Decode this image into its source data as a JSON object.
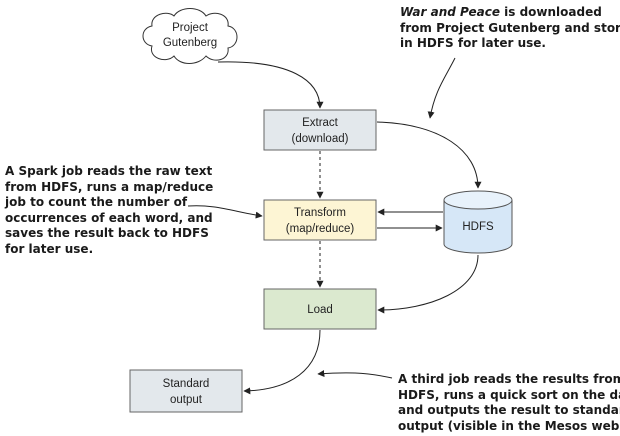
{
  "nodes": {
    "gutenberg": {
      "line1": "Project",
      "line2": "Gutenberg"
    },
    "extract": {
      "line1": "Extract",
      "line2": "(download)"
    },
    "transform": {
      "line1": "Transform",
      "line2": "(map/reduce)"
    },
    "load": {
      "label": "Load"
    },
    "hdfs": {
      "label": "HDFS"
    },
    "output": {
      "line1": "Standard",
      "line2": "output"
    }
  },
  "annotations": {
    "top": {
      "line1_title": "War and Peace",
      "line1_rest": " is downloaded",
      "line2": "from Project Gutenberg and stored",
      "line3": "in HDFS for later use."
    },
    "left": {
      "lines": [
        "A Spark job reads the raw text",
        "from HDFS, runs a map/reduce",
        "job to count the number of",
        "occurrences of each word, and",
        "saves the result back to HDFS",
        "for later use."
      ]
    },
    "bottom": {
      "lines": [
        "A third job reads the results from",
        "HDFS, runs a quick sort on the data,",
        "and outputs the result to standard",
        "output (visible in the Mesos web UI)."
      ]
    }
  },
  "colors": {
    "extract": "#e3e8ec",
    "transform": "#fdf5d4",
    "load": "#dbe9cf",
    "output": "#e3e8ec",
    "hdfs": "#d6e7f7"
  }
}
